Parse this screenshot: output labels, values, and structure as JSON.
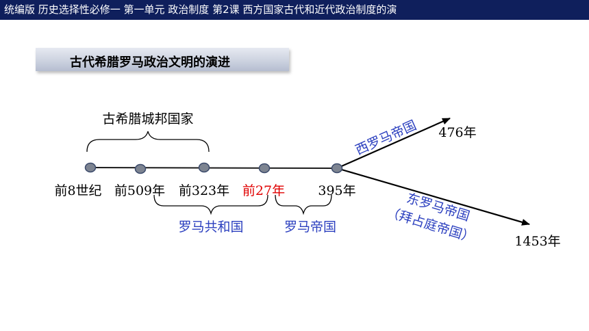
{
  "header": {
    "title": "统编版  历史选择性必修一  第一单元  政治制度  第2课  西方国家古代和近代政治制度的演"
  },
  "section": {
    "title": "古代希腊罗马政治文明的演进"
  },
  "timeline": {
    "points": [
      {
        "label": "前8世纪",
        "color": "#000000"
      },
      {
        "label": "前509年",
        "color": "#000000"
      },
      {
        "label": "前323年",
        "color": "#000000"
      },
      {
        "label": "前27年",
        "color": "#e00000"
      },
      {
        "label": "395年",
        "color": "#000000"
      }
    ],
    "periods": {
      "greek_city_states": "古希腊城邦国家",
      "roman_republic": "罗马共和国",
      "roman_empire": "罗马帝国"
    },
    "branches": {
      "west_name": "西罗马帝国",
      "west_end": "476年",
      "east_name": "东罗马帝国",
      "east_alias": "（拜占庭帝国）",
      "east_end": "1453年"
    },
    "colors": {
      "node_fill": "#7d8491",
      "node_stroke": "#3b4a6b",
      "blue_text": "#2b3fbf",
      "red_text": "#e00000"
    }
  }
}
